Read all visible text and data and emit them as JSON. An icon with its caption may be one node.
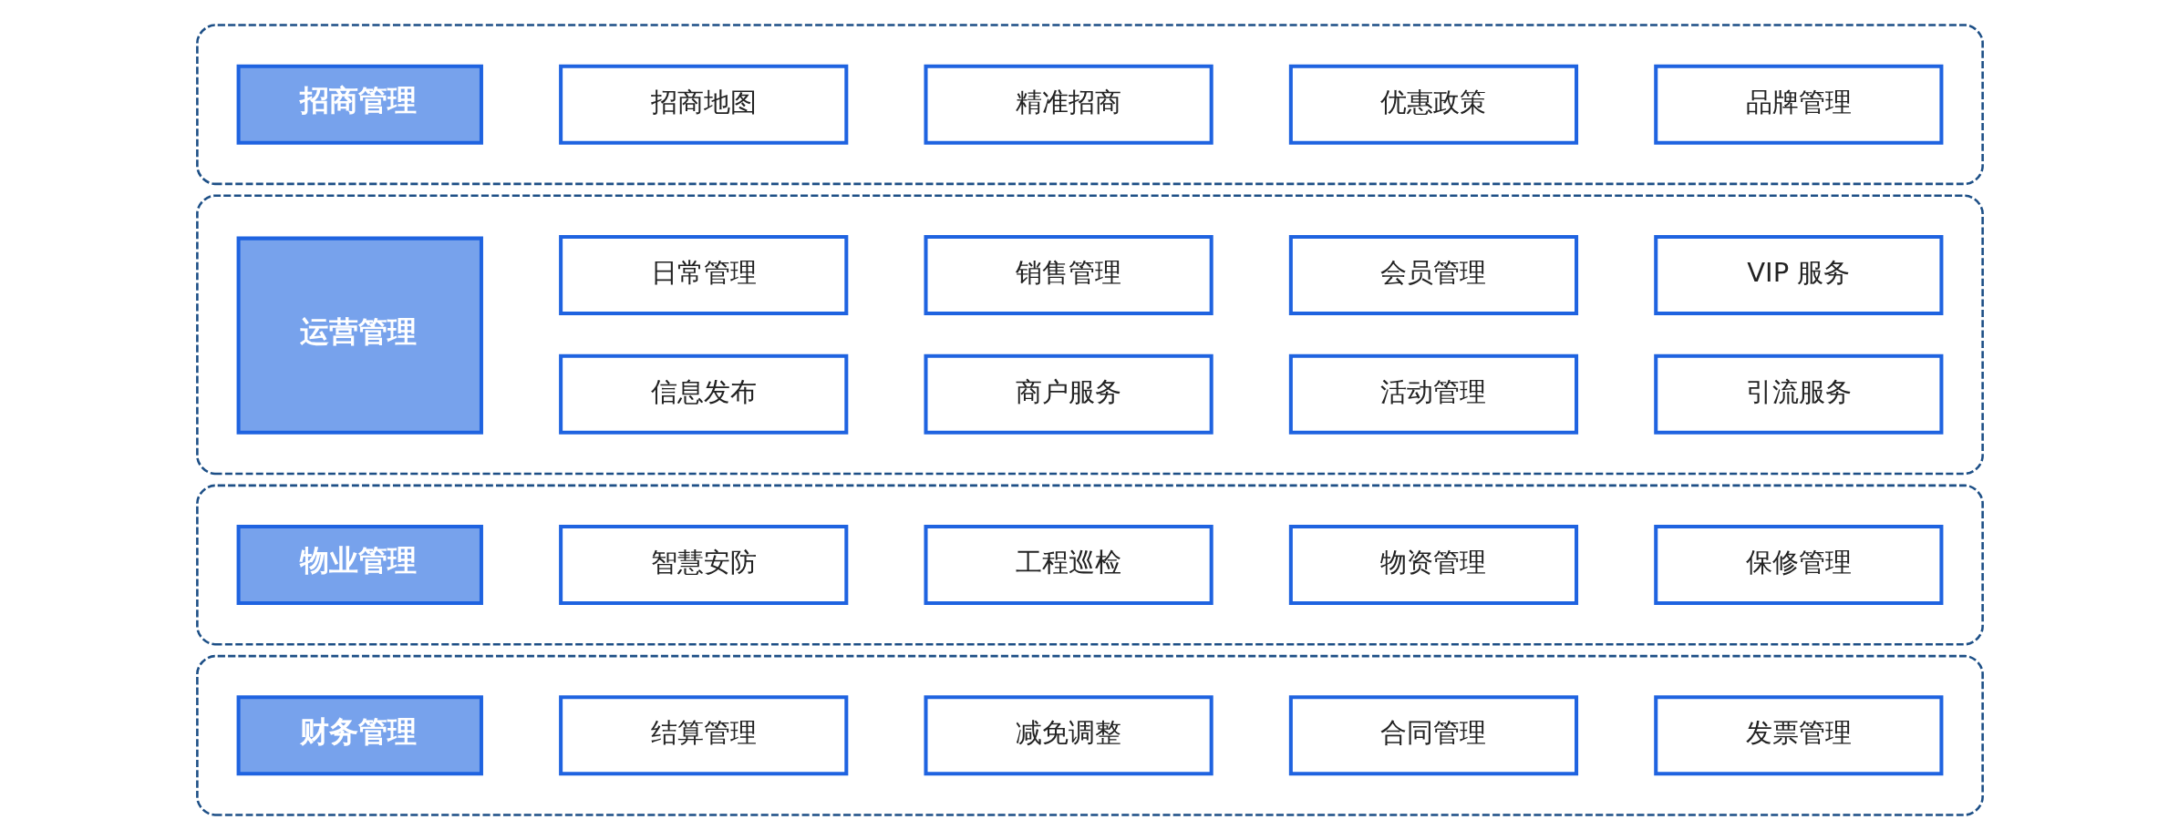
{
  "diagram": {
    "nodes": [
      {
        "text": [],
        "shape": "box"
      },
      {
        "text": [
          "招商管理"
        ],
        "in": 0
      },
      {
        "text": [
          "招商地图"
        ],
        "in": 0
      },
      {
        "text": [
          "精准招商"
        ],
        "in": 0
      },
      {
        "text": [
          "优惠政策"
        ],
        "in": 0
      },
      {
        "text": [
          "品牌管理"
        ],
        "in": 0
      },
      {
        "text": [],
        "shape": "box"
      },
      {
        "text": [
          "运营管理"
        ],
        "in": 6
      },
      {
        "text": [
          "日常管理"
        ],
        "in": 6
      },
      {
        "text": [
          "销售管理"
        ],
        "in": 6
      },
      {
        "text": [
          "会员管理"
        ],
        "in": 6
      },
      {
        "text": [
          "VIP 服务"
        ],
        "in": 6
      },
      {
        "text": [
          "信息发布"
        ],
        "in": 6
      },
      {
        "text": [
          "商户服务"
        ],
        "in": 6
      },
      {
        "text": [
          "活动管理"
        ],
        "in": 6
      },
      {
        "text": [
          "引流服务"
        ],
        "in": 6
      },
      {
        "text": [],
        "shape": "box"
      },
      {
        "text": [
          "物业管理"
        ],
        "in": 16
      },
      {
        "text": [
          "智慧安防"
        ],
        "in": 16
      },
      {
        "text": [
          "工程巡检"
        ],
        "in": 16
      },
      {
        "text": [
          "物资管理"
        ],
        "in": 16
      },
      {
        "text": [
          "保修管理"
        ],
        "in": 16
      },
      {
        "text": [],
        "shape": "box"
      },
      {
        "text": [
          "财务管理"
        ],
        "in": 22
      },
      {
        "text": [
          "结算管理"
        ],
        "in": 22
      },
      {
        "text": [
          "减免调整"
        ],
        "in": 22
      },
      {
        "text": [
          "合同管理"
        ],
        "in": 22
      },
      {
        "text": [
          "发票管理"
        ],
        "in": 22
      }
    ]
  }
}
